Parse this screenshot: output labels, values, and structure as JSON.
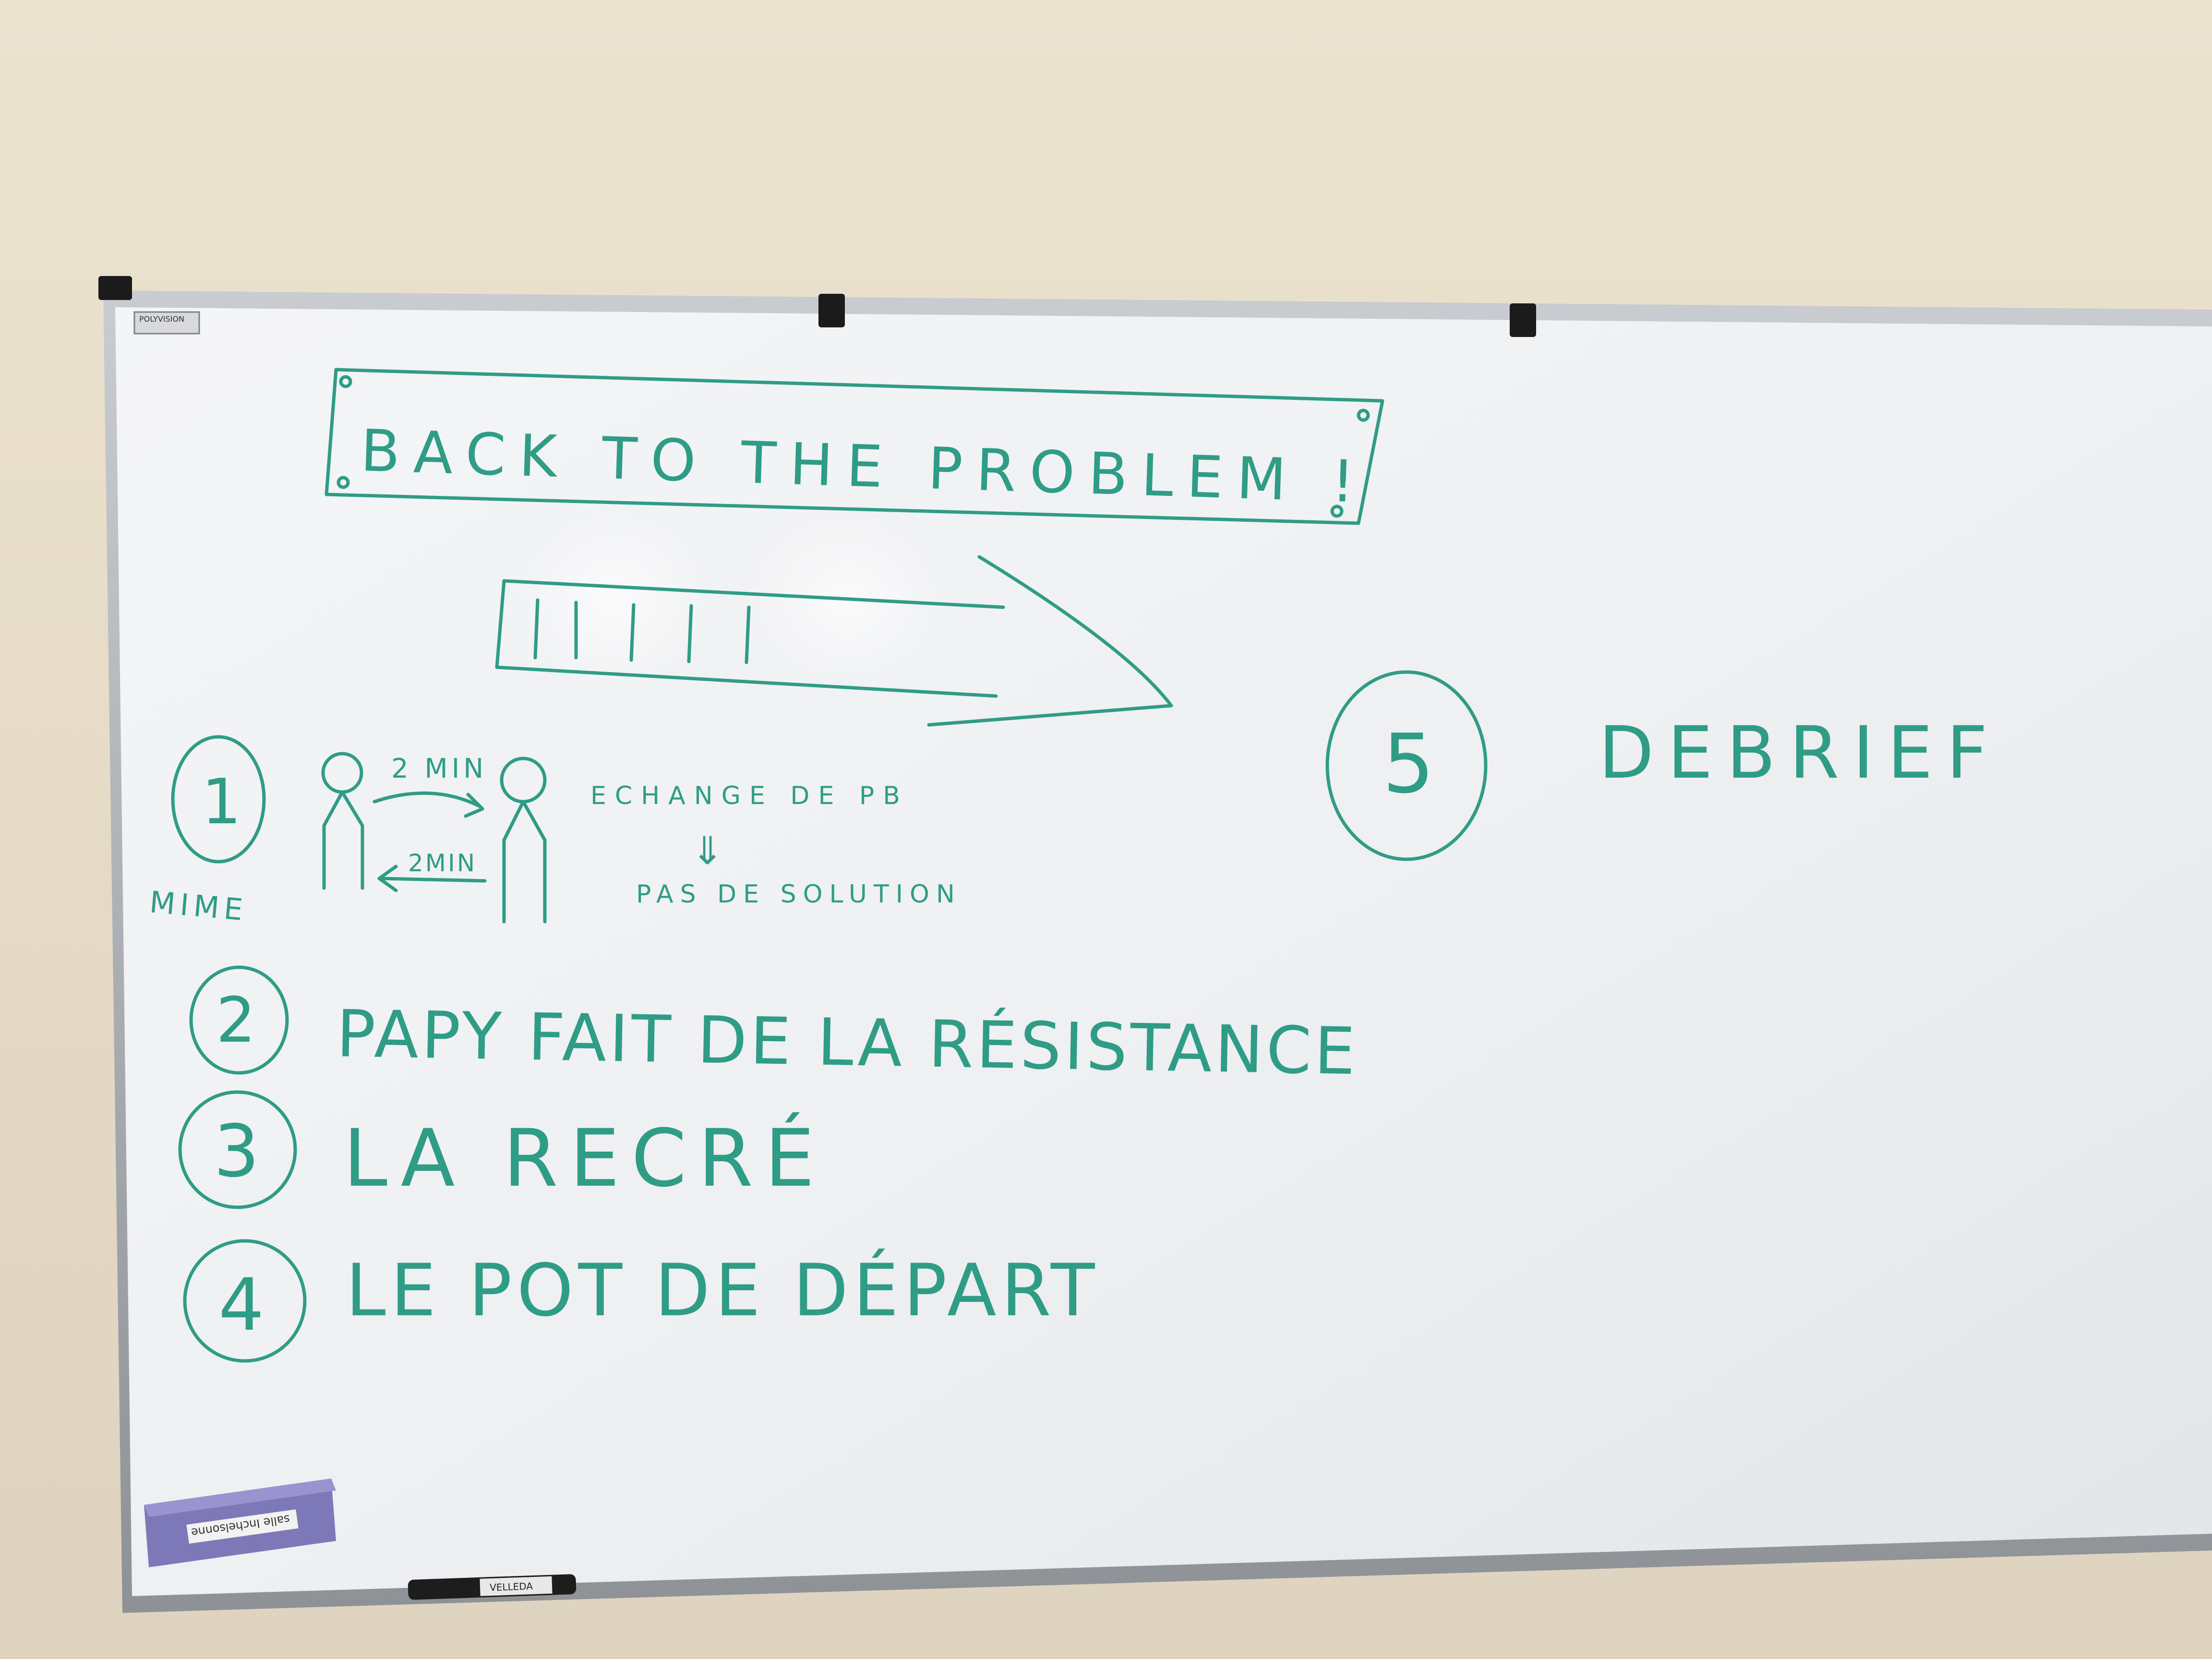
{
  "board": {
    "brand": "POLYVISION",
    "eraser_label": "salle Inchelsonne",
    "marker_label": "VELLEDA",
    "ink_color": "#2f9c86"
  },
  "whiteboard": {
    "title": "BACK TO THE PROBLEM !",
    "step1": {
      "number": "1",
      "caption": "MIME",
      "arrow_top": "2 MIN",
      "arrow_bottom": "2MIN",
      "note": "ECHANGE DE PB",
      "note_arrow": "⇓",
      "note_result": "PAS DE SOLUTION"
    },
    "step2": {
      "number": "2",
      "label": "PAPY FAIT DE LA RÉSISTANCE"
    },
    "step3": {
      "number": "3",
      "label": "LA RECRÉ"
    },
    "step4": {
      "number": "4",
      "label": "LE POT DE DÉPART"
    },
    "step5": {
      "number": "5",
      "label": "DEBRIEF"
    }
  }
}
